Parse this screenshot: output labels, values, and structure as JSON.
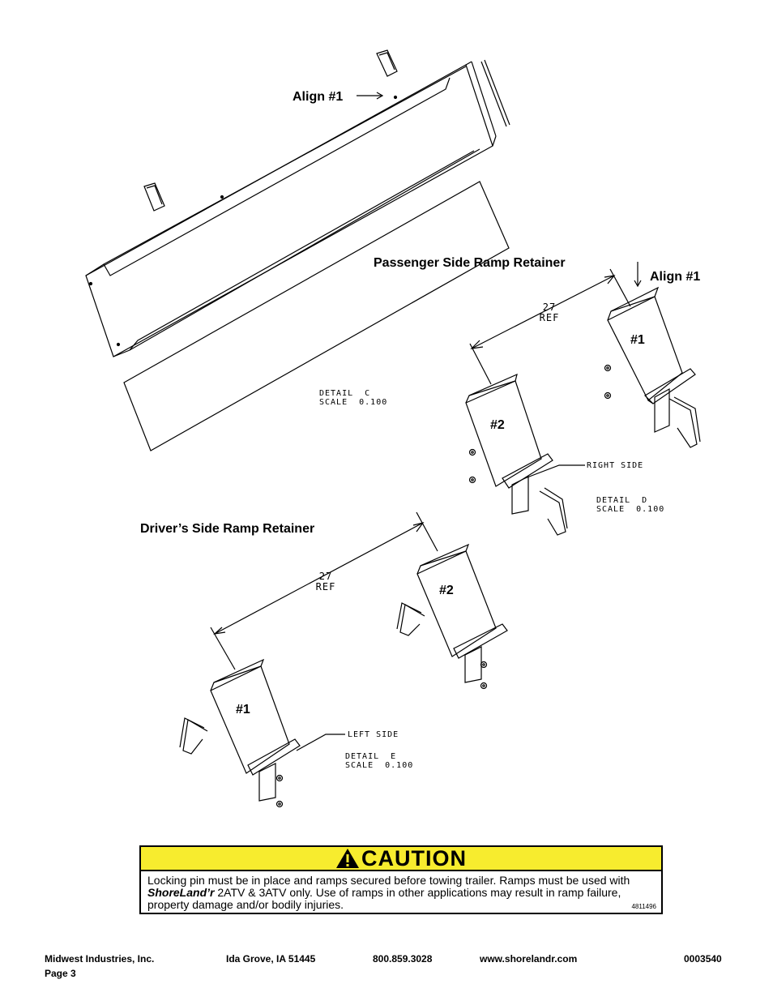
{
  "labels": {
    "align_top": "Align #1",
    "align_right": "Align #1",
    "passenger_side": "Passenger Side Ramp Retainer",
    "drivers_side": "Driver’s Side Ramp Retainer",
    "p_num1": "#1",
    "p_num2": "#2",
    "d_num1": "#1",
    "d_num2": "#2",
    "dim_27_top": "27",
    "dim_ref_top": "REF",
    "dim_27_bottom": "27",
    "dim_ref_bottom": "REF",
    "detail_c": "DETAIL  C\nSCALE  0.100",
    "detail_d": "DETAIL  D\nSCALE  0.100",
    "detail_e": "DETAIL  E\nSCALE  0.100",
    "right_side": "RIGHT SIDE",
    "left_side": "LEFT SIDE"
  },
  "caution": {
    "title": "CAUTION",
    "text_before": "Locking pin must be in place and ramps secured before towing trailer. Ramps must be used with ",
    "brand": "ShoreLand’r",
    "text_after": " 2ATV & 3ATV only. Use of ramps in other applications may result in ramp failure, property damage and/or bodily injuries.",
    "code": "4811496",
    "header_color": "#f7ec2e"
  },
  "footer": {
    "company": "Midwest Industries, Inc.",
    "page": "Page 3",
    "address": "Ida Grove, IA  51445",
    "phone": "800.859.3028",
    "website": "www.shorelandr.com",
    "doc_number": "0003540"
  }
}
